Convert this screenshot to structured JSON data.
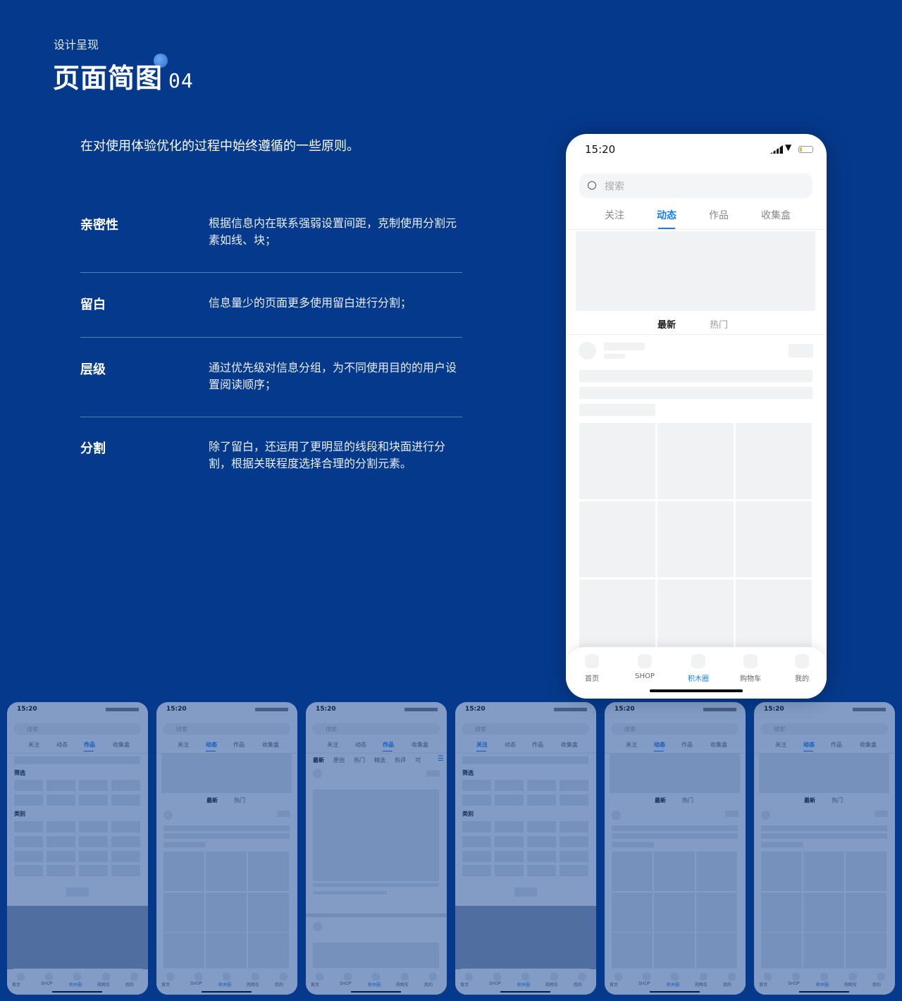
{
  "header": {
    "subtitle": "设计呈现",
    "title": "页面简图",
    "number": "04"
  },
  "intro": "在对使用体验优化的过程中始终遵循的一些原则。",
  "principles": [
    {
      "name": "亲密性",
      "desc": "根据信息内在联系强弱设置间距，克制使用分割元素如线、块；"
    },
    {
      "name": "留白",
      "desc": "信息量少的页面更多使用留白进行分割；"
    },
    {
      "name": "层级",
      "desc": "通过优先级对信息分组，为不同使用目的的用户设置阅读顺序；"
    },
    {
      "name": "分割",
      "desc": "除了留白，还运用了更明显的线段和块面进行分割，根据关联程度选择合理的分割元素。"
    }
  ],
  "phone": {
    "time": "15:20",
    "search_placeholder": "搜索",
    "tabs": [
      "关注",
      "动态",
      "作品",
      "收集盒"
    ],
    "active_tab": 1,
    "subtabs": [
      "最新",
      "热门"
    ],
    "work_subtabs": [
      "最新",
      "原创",
      "热门",
      "精选",
      "热评",
      "可"
    ],
    "filter_label": "筛选",
    "category_label": "类别",
    "bottom_nav": [
      "首页",
      "SHOP",
      "积木圈",
      "购物车",
      "我的"
    ],
    "active_nav": 2
  },
  "colors": {
    "background": "#05398b",
    "accent": "#1a7cf5",
    "placeholder": "#f1f2f4"
  }
}
